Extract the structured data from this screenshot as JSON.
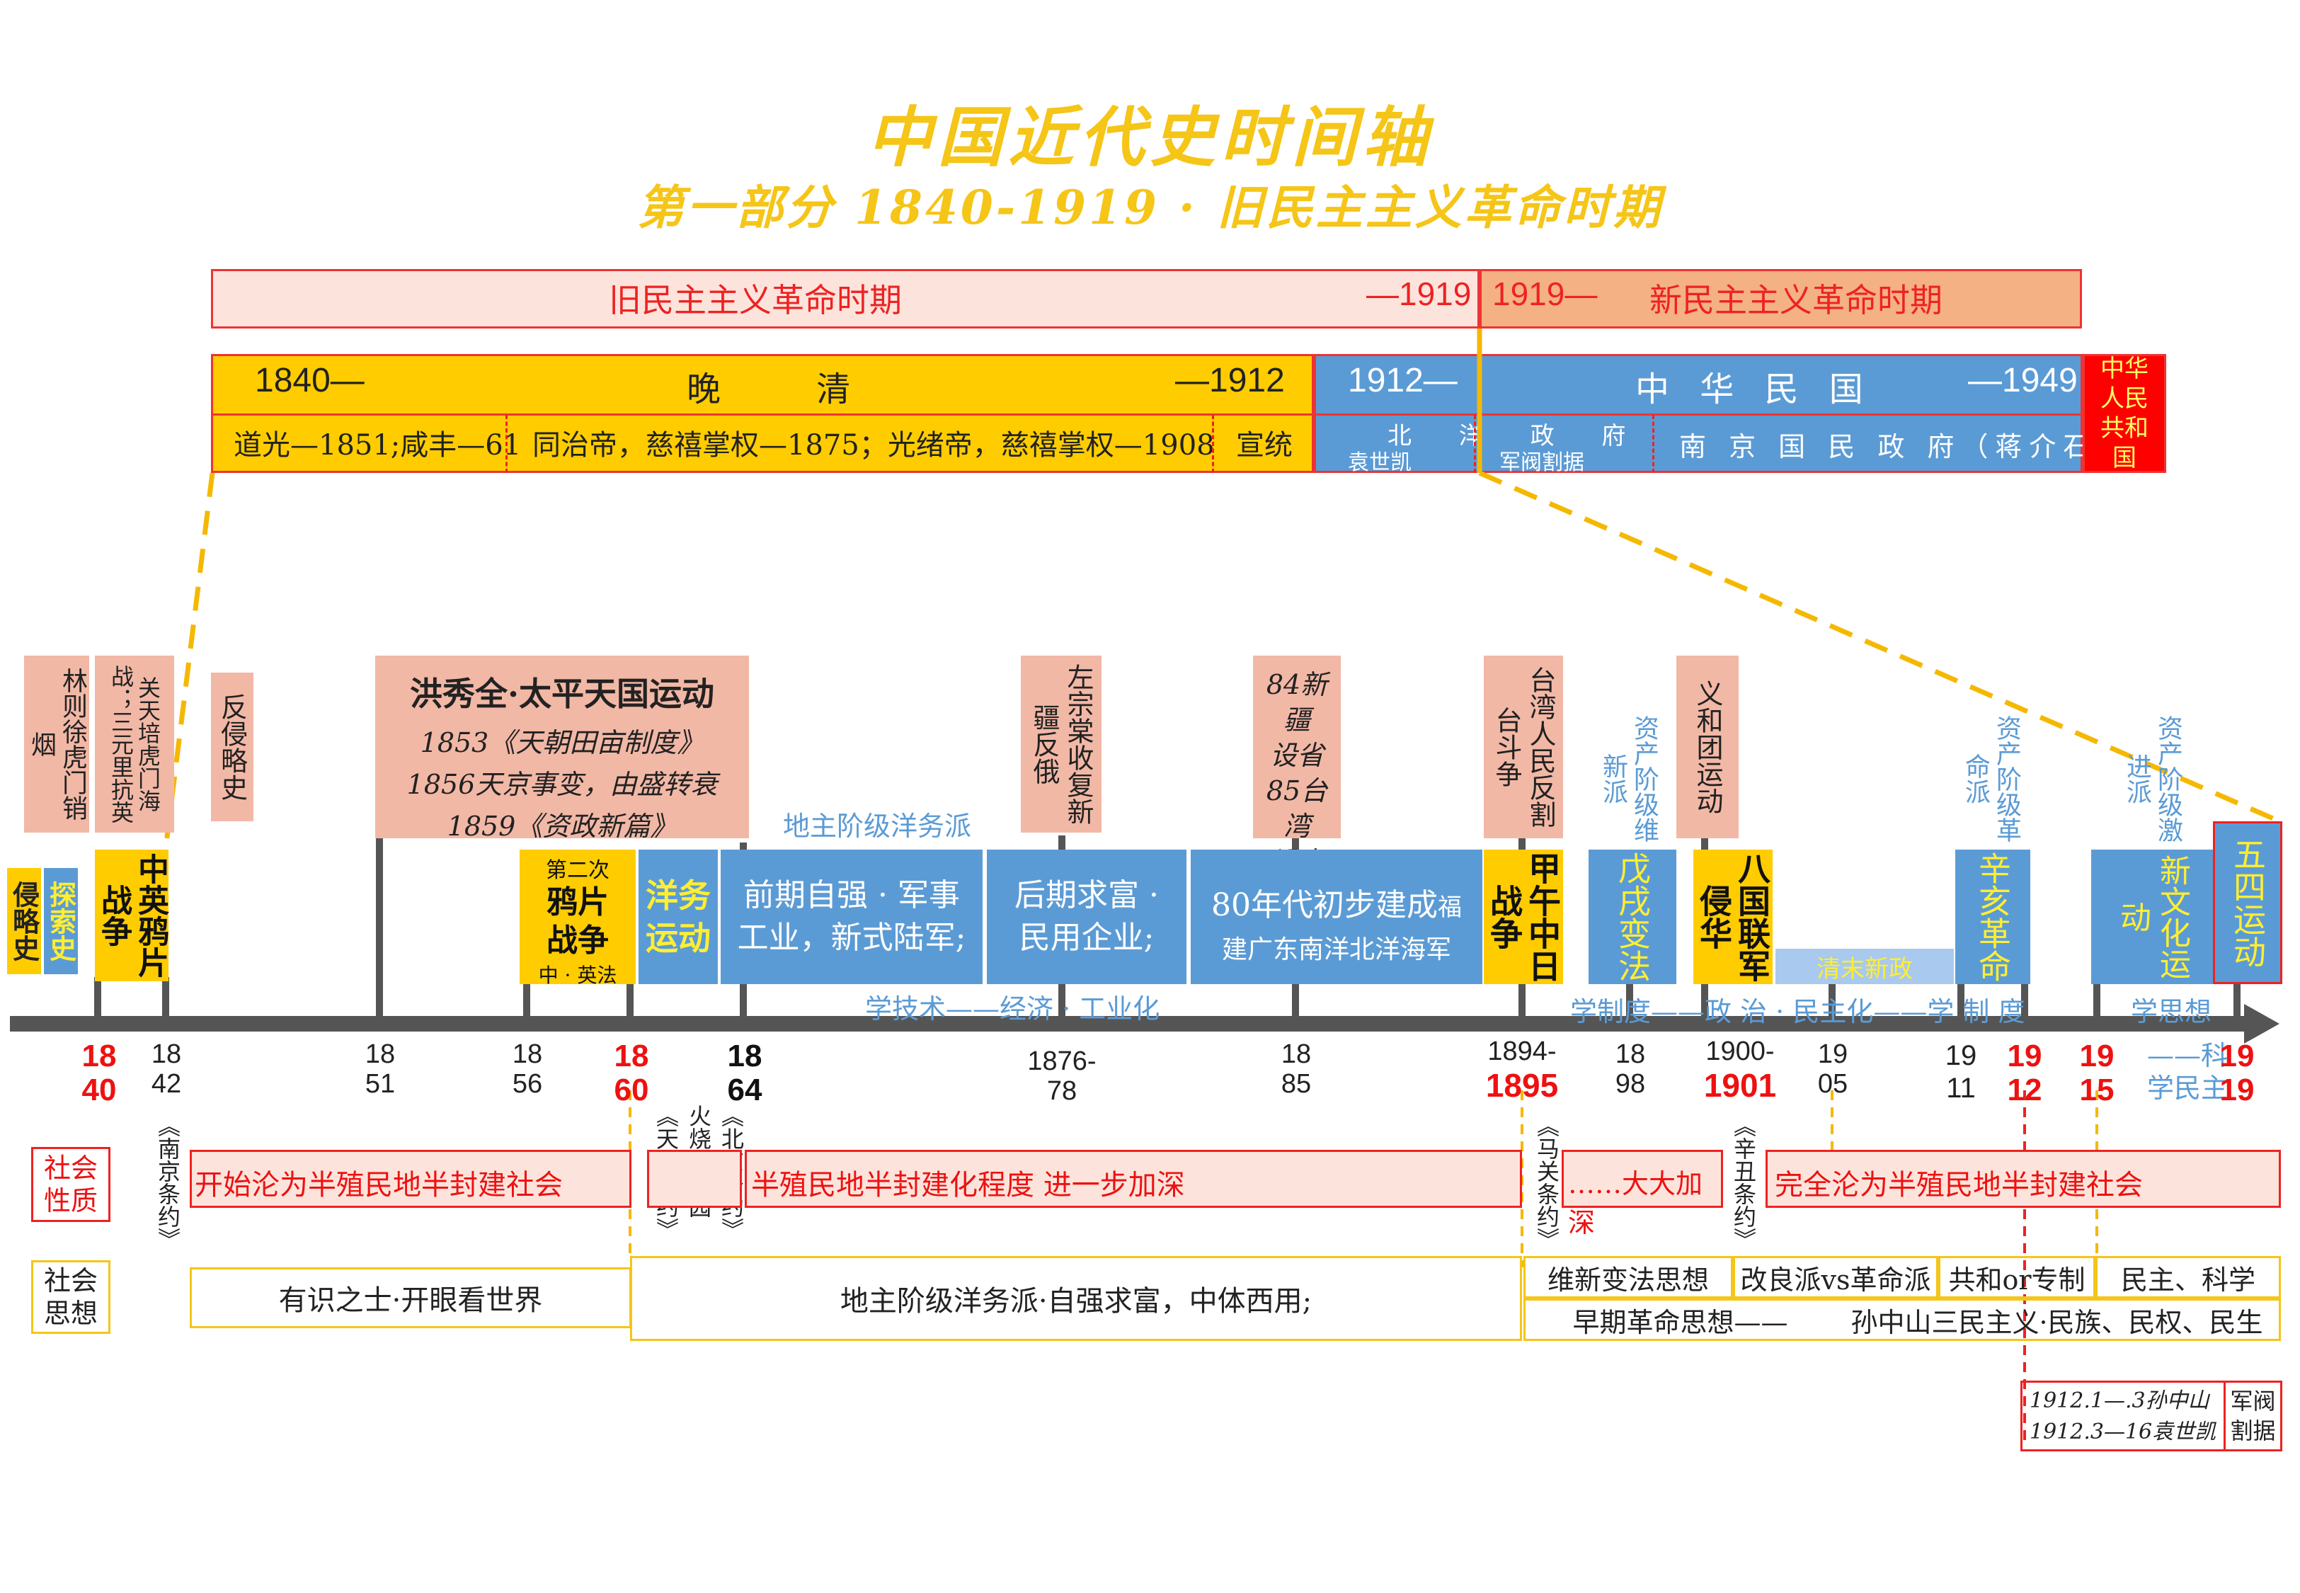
{
  "title": "中国近代史时间轴",
  "subtitle": "第一部分 1840-1919 · 旧民主主义革命时期",
  "periods": {
    "old_label": "旧民主主义革命时期",
    "old_end": "—1919",
    "new_start": "1919—",
    "new_label": "新民主主义革命时期"
  },
  "eras": {
    "qing_start": "1840—",
    "qing_label": "晚 清",
    "qing_end": "—1912",
    "roc_start": "1912—",
    "roc_label": "中 华 民 国",
    "roc_end": "—1949",
    "prc_label": "中华人民共和国"
  },
  "reigns": {
    "r1": "道光—1851;咸丰—61",
    "r2": "同治帝，慈禧掌权—1875；光绪帝，慈禧掌权—1908",
    "r3": "宣统",
    "beiyang_top": "北 洋 政 府",
    "beiyang_a": "袁世凯",
    "beiyang_b": "军阀割据",
    "nanjing": "南 京 国 民 政 府（蒋介石）"
  },
  "side_tags": {
    "invasion": "侵略史",
    "exploration": "探索史"
  },
  "upper_boxes": {
    "lin": "林则徐虎门销烟",
    "guan": "关天培虎门海战；三元里抗英",
    "fanqin": "反侵略史",
    "taiping_title": "洪秀全·太平天国运动",
    "taiping_l1": "1853《天朝田亩制度》",
    "taiping_l2": "1856天京事变，由盛转衰",
    "taiping_l3": "1859《资政新篇》",
    "zuo": "左宗棠收复新疆反俄",
    "xinjiang_l1": "84新疆",
    "xinjiang_l2": "设省",
    "xinjiang_l3": "85台湾",
    "xinjiang_l4": "设省",
    "taiwan": "台湾人民反割台斗争",
    "yihe": "义和团运动"
  },
  "events": {
    "opium1": "中英鸦片战争",
    "opium2_small": "第二次",
    "opium2": "鸦片战争",
    "opium2_sub": "中 · 英法",
    "yangwu": "洋务运动",
    "early": "前期自强 · 军事工业，新式陆军;",
    "late": "后期求富 · 民用企业;",
    "eighties_l1": "80年代初步建成",
    "eighties_l2": "建广东南洋北洋海军",
    "eighties_fu": "福",
    "jiawu": "甲午中日战争",
    "wuxu": "戊戌变法",
    "baguo": "八国联军侵华",
    "qingmo": "清末新政",
    "xinhai": "辛亥革命",
    "xinwenhua": "新文化运动",
    "wusi": "五四运动"
  },
  "labels": {
    "dizhu": "地主阶级洋务派",
    "zichan1": "资产阶级维新派",
    "zichan2": "资产阶级革命派",
    "zichan3": "资产阶级激进派",
    "xueshu": "学技术——经济 · 工业化",
    "xuezhidu": "学制度——政 治 · 民主化——学 制 度",
    "xuesixiang": "学思想",
    "kexue": "——科学民主"
  },
  "years": {
    "y1840": "1840",
    "y1842": "1842",
    "y1851": "1851",
    "y1856": "1856",
    "y1860": "1860",
    "y1864": "1864",
    "y1876": "1876-78",
    "y1885": "1885",
    "y1894": "1894-",
    "y1895": "1895",
    "y1898": "1898",
    "y1900": "1900-",
    "y1901": "1901",
    "y1905": "1905",
    "y1911": "1911",
    "y1912": "1912",
    "y1915": "1915",
    "y1919": "1919"
  },
  "treaties": {
    "nanjing": "《南京条约》",
    "tianjin": "《天津条约》",
    "yuanming": "火烧圆明园",
    "beijing": "《北京条约》",
    "maguan": "《马关条约》",
    "xinchou": "《辛丑条约》"
  },
  "society": {
    "nature_label": "社会性质",
    "n1": "开始沦为半殖民地半封建社会",
    "n2": "半殖民地半封建化程度 进一步加深",
    "n3": "……大大加深",
    "n4": "完全沦为半殖民地半封建社会",
    "thought_label": "社会思想",
    "t1": "有识之士·开眼看世界",
    "t2": "地主阶级洋务派·自强求富，中体西用;",
    "t3": "维新变法思想",
    "t4": "改良派vs革命派",
    "t5": "共和or专制",
    "t6": "民主、科学",
    "t7": "早期革命思想——",
    "t8": "孙中山三民主义·民族、民权、民生"
  },
  "note_1912": {
    "l1": "1912.1—.3孙中山",
    "l2": "1912.3—16袁世凯",
    "warlord": "军阀割据"
  },
  "colors": {
    "title": "#f5c518",
    "pink": "#f2b8a6",
    "salmon": "#f4b183",
    "yellow": "#ffcc00",
    "blue": "#5b9bd5",
    "red": "#ff0000",
    "axis": "#555555"
  }
}
